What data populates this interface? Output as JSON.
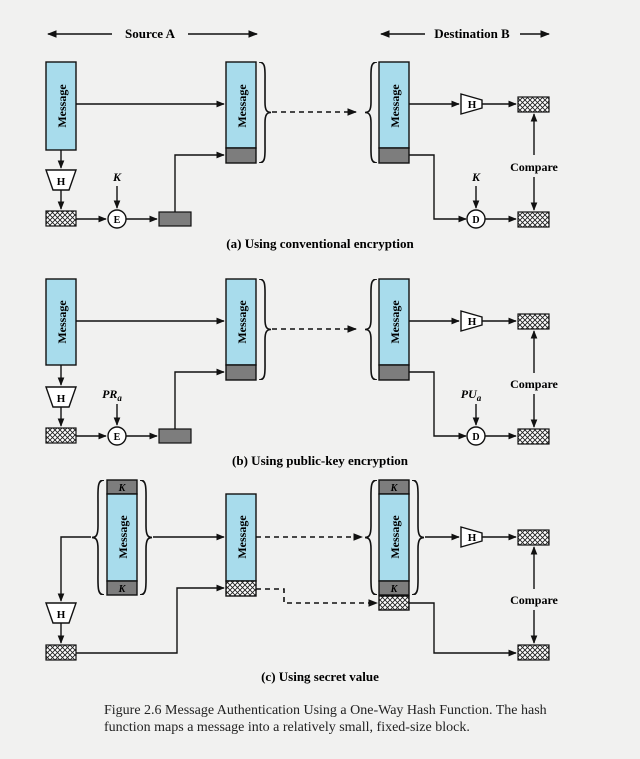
{
  "header": {
    "source": "Source A",
    "destination": "Destination B"
  },
  "labels": {
    "message": "Message",
    "hash": "H",
    "encrypt": "E",
    "decrypt": "D",
    "compare": "Compare",
    "secret_key": "K",
    "private_key": "PR",
    "private_key_sub": "a",
    "public_key": "PU",
    "public_key_sub": "a"
  },
  "panels": [
    {
      "caption": "(a) Using conventional encryption"
    },
    {
      "caption": "(b) Using public-key encryption"
    },
    {
      "caption": "(c) Using secret value"
    }
  ],
  "figure": {
    "caption": "Figure 2.6  Message Authentication Using a One-Way Hash Function. The hash function maps a message into a relatively small, fixed-size block."
  },
  "colors": {
    "message": "#a8dcec",
    "block": "#7d7d7d",
    "background": "#f1f1f0"
  }
}
